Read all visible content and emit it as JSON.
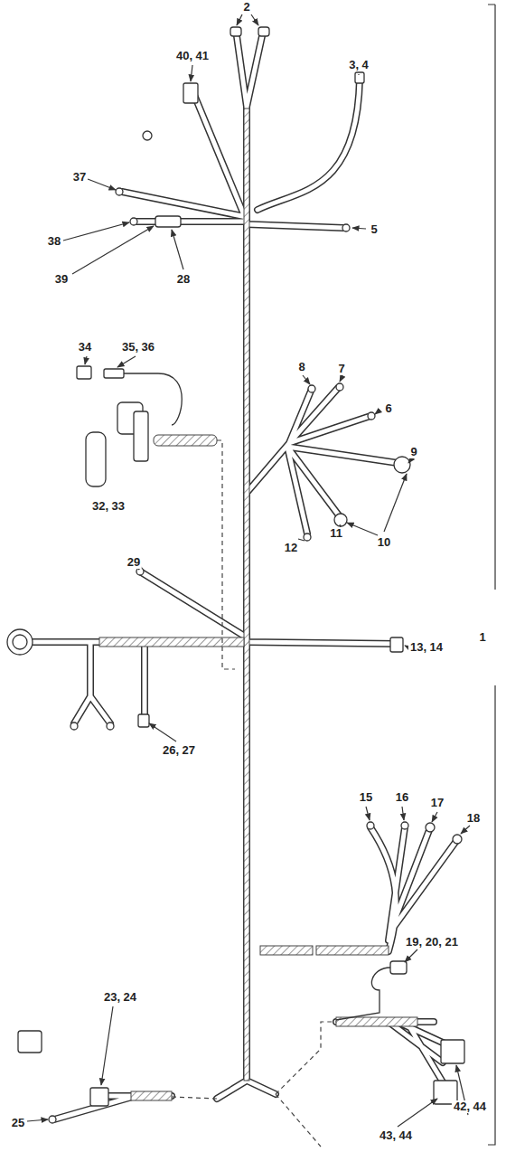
{
  "diagram": {
    "labels": [
      "2",
      "40, 41",
      "3, 4",
      "37",
      "5",
      "38",
      "39",
      "28",
      "8",
      "7",
      "6",
      "9",
      "10",
      "11",
      "12",
      "34",
      "35, 36",
      "32, 33",
      "29",
      "13, 14",
      "1",
      "26, 27",
      "15",
      "16",
      "17",
      "18",
      "19, 20, 21",
      "23, 24",
      "25",
      "43, 44",
      "42, 44"
    ]
  }
}
